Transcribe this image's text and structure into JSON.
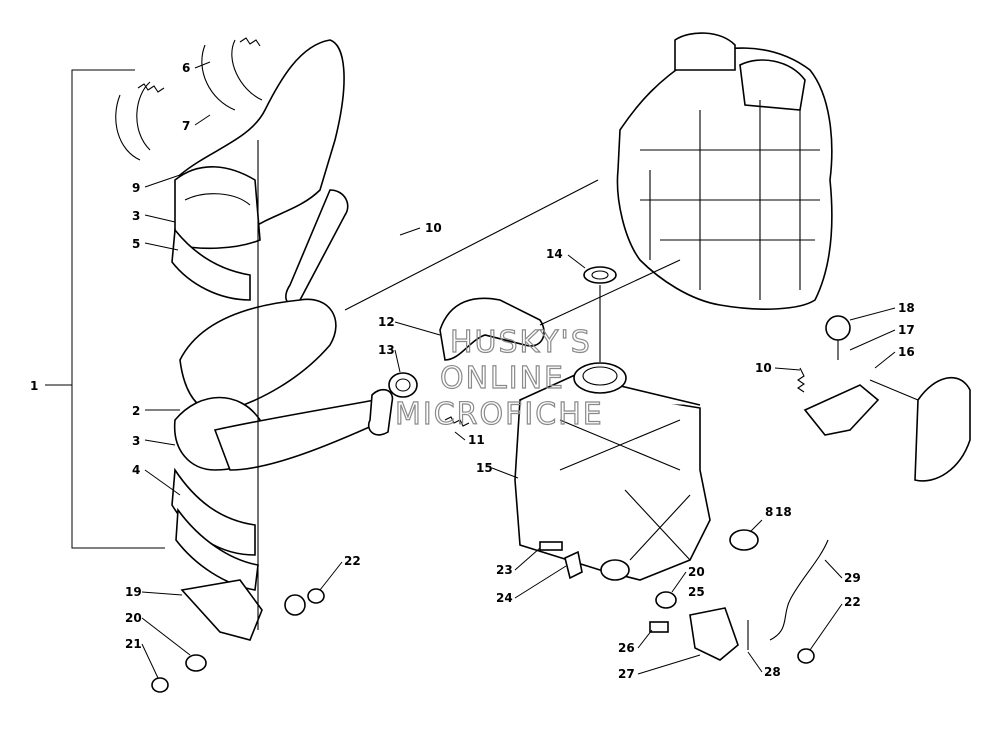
{
  "diagram": {
    "callouts": [
      "1",
      "2",
      "3",
      "3",
      "4",
      "5",
      "6",
      "7",
      "8",
      "9",
      "10",
      "10",
      "11",
      "12",
      "13",
      "14",
      "15",
      "16",
      "17",
      "18",
      "18",
      "19",
      "20",
      "20",
      "21",
      "22",
      "22",
      "23",
      "24",
      "25",
      "26",
      "27",
      "28",
      "29"
    ],
    "watermark": [
      "HUSKY'S",
      "ONLINE",
      "MICROFICHE"
    ]
  }
}
